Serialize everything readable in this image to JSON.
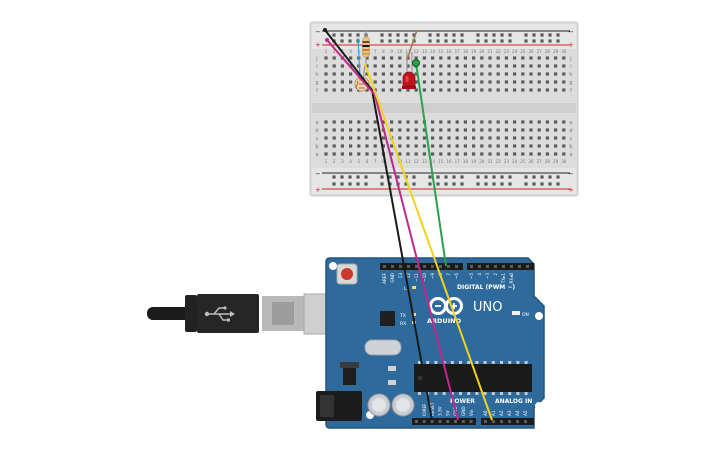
{
  "breadboard": {
    "rail_plus": "+",
    "rail_minus": "−",
    "columns": [
      "1",
      "2",
      "3",
      "4",
      "5",
      "6",
      "7",
      "8",
      "9",
      "10",
      "11",
      "12",
      "13",
      "14",
      "15",
      "16",
      "17",
      "18",
      "19",
      "20",
      "21",
      "22",
      "23",
      "24",
      "25",
      "26",
      "27",
      "28",
      "29",
      "30"
    ],
    "rows_top": [
      "j",
      "i",
      "h",
      "g",
      "f"
    ],
    "rows_bottom": [
      "e",
      "d",
      "c",
      "b",
      "a"
    ]
  },
  "arduino": {
    "brand": "ARDUINO",
    "model": "UNO",
    "digital_label": "DIGITAL (PWM ~)",
    "analog_label": "ANALOG IN",
    "power_label": "POWER",
    "on_label": "ON",
    "tx_label": "TX",
    "rx_label": "RX",
    "l_label": "L",
    "digital_pins": [
      "AREF",
      "GND",
      "13",
      "12",
      "~11",
      "~10",
      "~9",
      "8",
      "7",
      "~6",
      "~5",
      "4",
      "~3",
      "2",
      "TX▸1",
      "RX◂0"
    ],
    "power_pins": [
      "IOREF",
      "RESET",
      "3.3V",
      "5V",
      "GND",
      "GND",
      "Vin"
    ],
    "analog_pins": [
      "A0",
      "A1",
      "A2",
      "A3",
      "A4",
      "A5"
    ]
  },
  "colors": {
    "board_blue": "#2f6a9c",
    "wire_black": "#1a1a1a",
    "wire_magenta": "#c2278b",
    "wire_yellow": "#f2d21c",
    "wire_green": "#2aa14a",
    "led_red": "#c0141c"
  },
  "icons": {
    "logo": "infinity-logo-icon",
    "usb": "usb-icon"
  }
}
